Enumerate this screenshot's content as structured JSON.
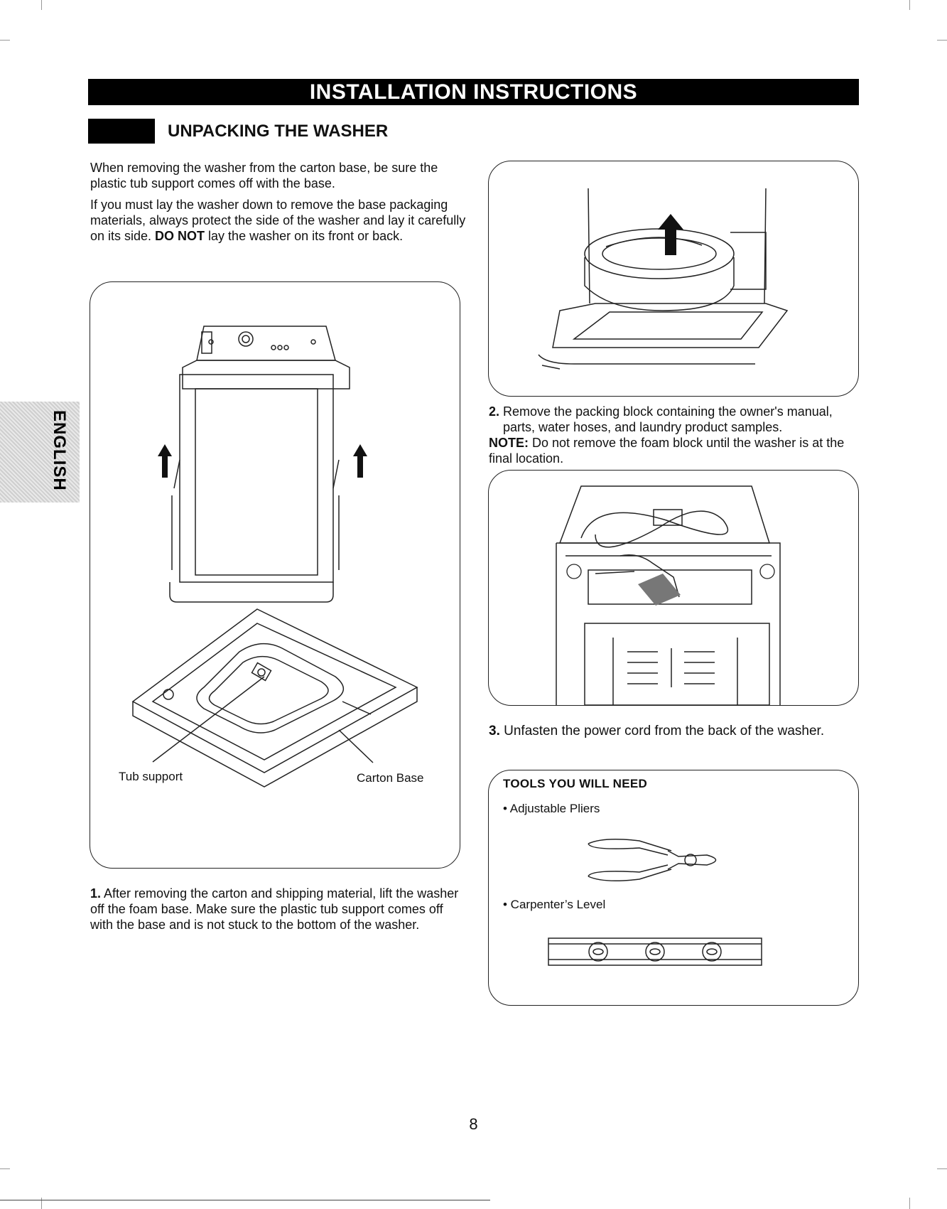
{
  "header": {
    "title": "INSTALLATION INSTRUCTIONS"
  },
  "section": {
    "title": "UNPACKING THE WASHER"
  },
  "intro": {
    "p1": "When removing the washer from the carton base, be sure the plastic tub support comes off with the base.",
    "p2_before": "If you must lay the washer down to remove the base packaging materials, always protect the side of the washer and lay it carefully on its side. ",
    "p2_bold": "DO NOT",
    "p2_after": " lay the washer on its front or back."
  },
  "figure1": {
    "label_tub_support": "Tub support",
    "label_carton_base": "Carton Base"
  },
  "step1": {
    "num": "1.",
    "text": "After removing the carton and shipping material, lift the washer off the foam base. Make sure the plastic tub support comes off with the base and is not stuck to the bottom of the washer."
  },
  "step2": {
    "num": "2.",
    "text": "Remove the packing block containing the owner's manual, parts, water hoses, and laundry product samples.",
    "note_label": "NOTE:",
    "note_text": " Do not remove the foam block until the washer is at the final location."
  },
  "step3": {
    "num": "3.",
    "text": "Unfasten the power cord from the back of the washer."
  },
  "tools": {
    "title": "TOOLS YOU WILL NEED",
    "item1": "• Adjustable Pliers",
    "item2": "• Carpenter’s Level"
  },
  "language_tab": {
    "label": "ENGLISH"
  },
  "page_number": "8",
  "colors": {
    "header_bg": "#000000",
    "text": "#111111",
    "tab_gray": "#d9d9d9"
  }
}
